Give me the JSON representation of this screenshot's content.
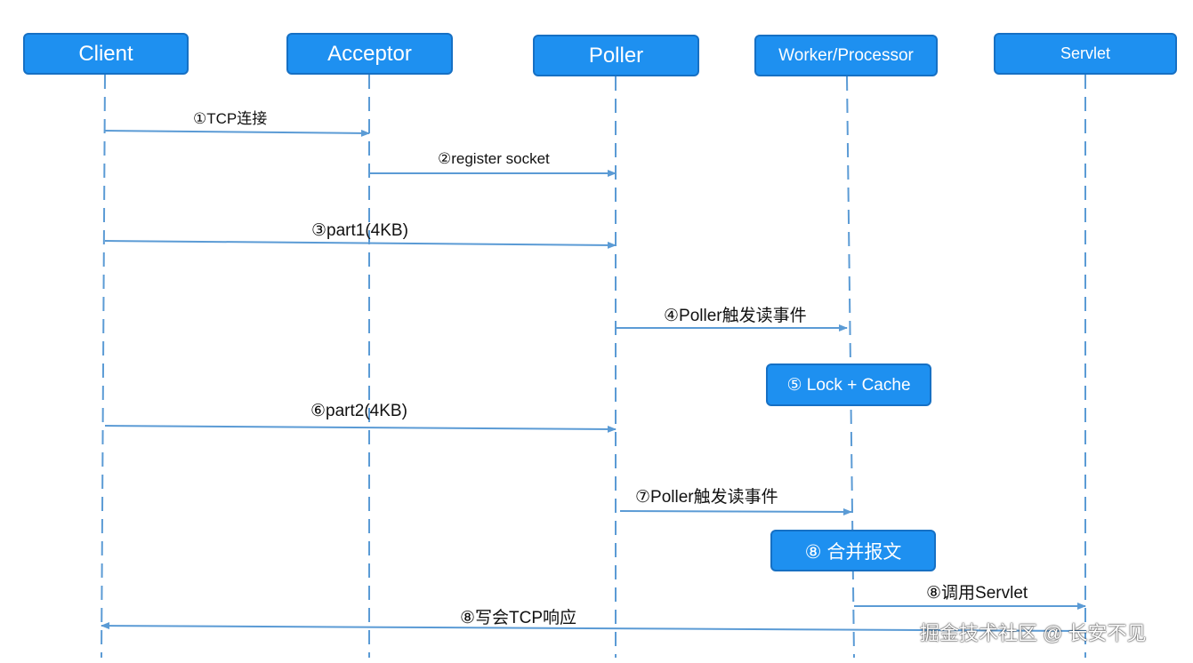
{
  "actors": [
    {
      "id": "client",
      "label": "Client"
    },
    {
      "id": "acceptor",
      "label": "Acceptor"
    },
    {
      "id": "poller",
      "label": "Poller"
    },
    {
      "id": "worker",
      "label": "Worker/Processor"
    },
    {
      "id": "servlet",
      "label": "Servlet"
    }
  ],
  "messages": [
    {
      "id": "m1",
      "label": "①TCP连接",
      "from": "client",
      "to": "acceptor"
    },
    {
      "id": "m2",
      "label": "②register socket",
      "from": "acceptor",
      "to": "poller"
    },
    {
      "id": "m3",
      "label": "③part1(4KB)",
      "from": "client",
      "to": "poller"
    },
    {
      "id": "m4",
      "label": "④Poller触发读事件",
      "from": "poller",
      "to": "worker"
    },
    {
      "id": "m6",
      "label": "⑥part2(4KB)",
      "from": "client",
      "to": "poller"
    },
    {
      "id": "m7",
      "label": "⑦Poller触发读事件",
      "from": "poller",
      "to": "worker"
    },
    {
      "id": "m8a",
      "label": "⑧调用Servlet",
      "from": "worker",
      "to": "servlet"
    },
    {
      "id": "m8b",
      "label": "⑧写会TCP响应",
      "from": "servlet",
      "to": "client"
    }
  ],
  "process_boxes": [
    {
      "id": "p5",
      "label": "⑤ Lock + Cache"
    },
    {
      "id": "p8",
      "label": "⑧ 合并报文"
    }
  ],
  "colors": {
    "box_fill": "#1e90f0",
    "box_border": "#1670c4",
    "line": "#5b9bd5",
    "text": "#111111"
  },
  "watermark": "掘金技术社区 @ 长安不见"
}
